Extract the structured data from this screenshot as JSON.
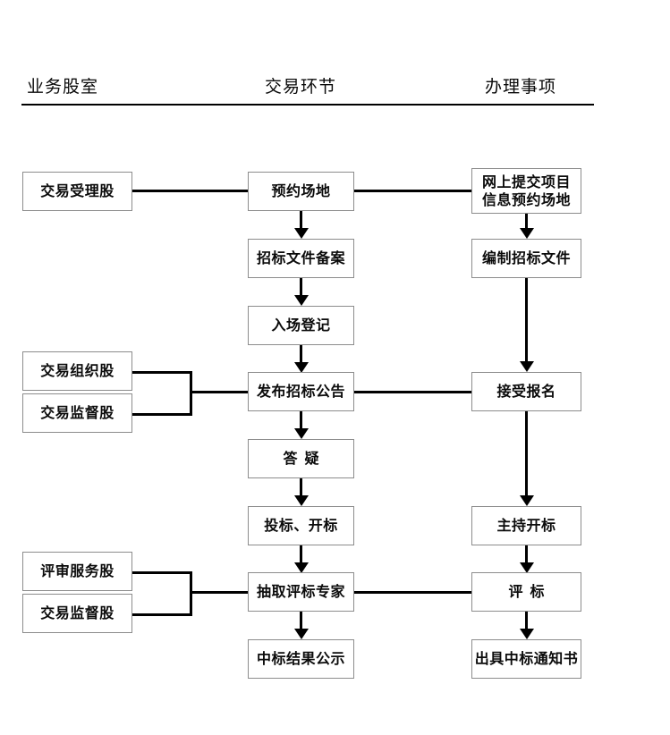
{
  "headers": [
    {
      "label": "业务股室"
    },
    {
      "label": "交易环节"
    },
    {
      "label": "办理事项"
    }
  ],
  "columns": {
    "left": {
      "name": "业务股室",
      "boxes": [
        {
          "id": "dept-acceptance",
          "label": "交易受理股"
        },
        {
          "id": "dept-organization",
          "label": "交易组织股"
        },
        {
          "id": "dept-supervision-1",
          "label": "交易监督股"
        },
        {
          "id": "dept-review-service",
          "label": "评审服务股"
        },
        {
          "id": "dept-supervision-2",
          "label": "交易监督股"
        }
      ]
    },
    "middle": {
      "name": "交易环节",
      "boxes": [
        {
          "id": "step-reserve-venue",
          "label": "预约场地"
        },
        {
          "id": "step-file-record",
          "label": "招标文件备案"
        },
        {
          "id": "step-entry-register",
          "label": "入场登记"
        },
        {
          "id": "step-publish-notice",
          "label": "发布招标公告"
        },
        {
          "id": "step-qa",
          "label": "答疑"
        },
        {
          "id": "step-bid-open",
          "label": "投标、开标"
        },
        {
          "id": "step-draw-experts",
          "label": "抽取评标专家"
        },
        {
          "id": "step-result-publicity",
          "label": "中标结果公示"
        }
      ]
    },
    "right": {
      "name": "办理事项",
      "boxes": [
        {
          "id": "task-online-submit",
          "line1": "网上提交项目",
          "line2": "信息预约场地"
        },
        {
          "id": "task-prepare-docs",
          "label": "编制招标文件"
        },
        {
          "id": "task-accept-registration",
          "label": "接受报名"
        },
        {
          "id": "task-host-opening",
          "label": "主持开标"
        },
        {
          "id": "task-evaluate",
          "label": "评标"
        },
        {
          "id": "task-issue-notice",
          "label": "出具中标通知书"
        }
      ]
    }
  },
  "colors": {
    "line": "#000000",
    "box_border": "#8c8c8c",
    "text": "#0b0b0b",
    "background": "#ffffff"
  }
}
